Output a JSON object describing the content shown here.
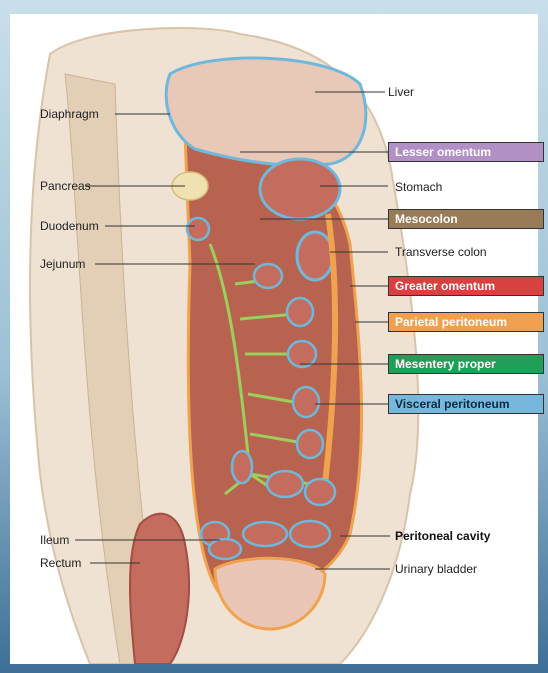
{
  "labels": {
    "liver": "Liver",
    "diaphragm": "Diaphragm",
    "pancreas": "Pancreas",
    "stomach": "Stomach",
    "duodenum": "Duodenum",
    "transverse_colon": "Transverse colon",
    "jejunum": "Jejunum",
    "ileum": "Ileum",
    "rectum": "Rectum",
    "peritoneal_cavity": "Peritoneal cavity",
    "urinary_bladder": "Urinary bladder"
  },
  "boxes": {
    "lesser_omentum": {
      "text": "Lesser omentum",
      "color": "#b28fc4"
    },
    "mesocolon": {
      "text": "Mesocolon",
      "color": "#9a7b57"
    },
    "greater_omentum": {
      "text": "Greater omentum",
      "color": "#d8413f"
    },
    "parietal_peritoneum": {
      "text": "Parietal peritoneum",
      "color": "#f0a04e"
    },
    "mesentery_proper": {
      "text": "Mesentery proper",
      "color": "#1f9f58"
    },
    "visceral_peritoneum": {
      "text": "Visceral peritoneum",
      "color": "#78b7dc"
    }
  },
  "colors": {
    "visceral_blue": "#6fb8dc",
    "mesentery_green": "#9ccf5c",
    "parietal_orange": "#f1a24f",
    "tissue_red": "#b35a4c",
    "body_beige": "#ead8c2"
  }
}
